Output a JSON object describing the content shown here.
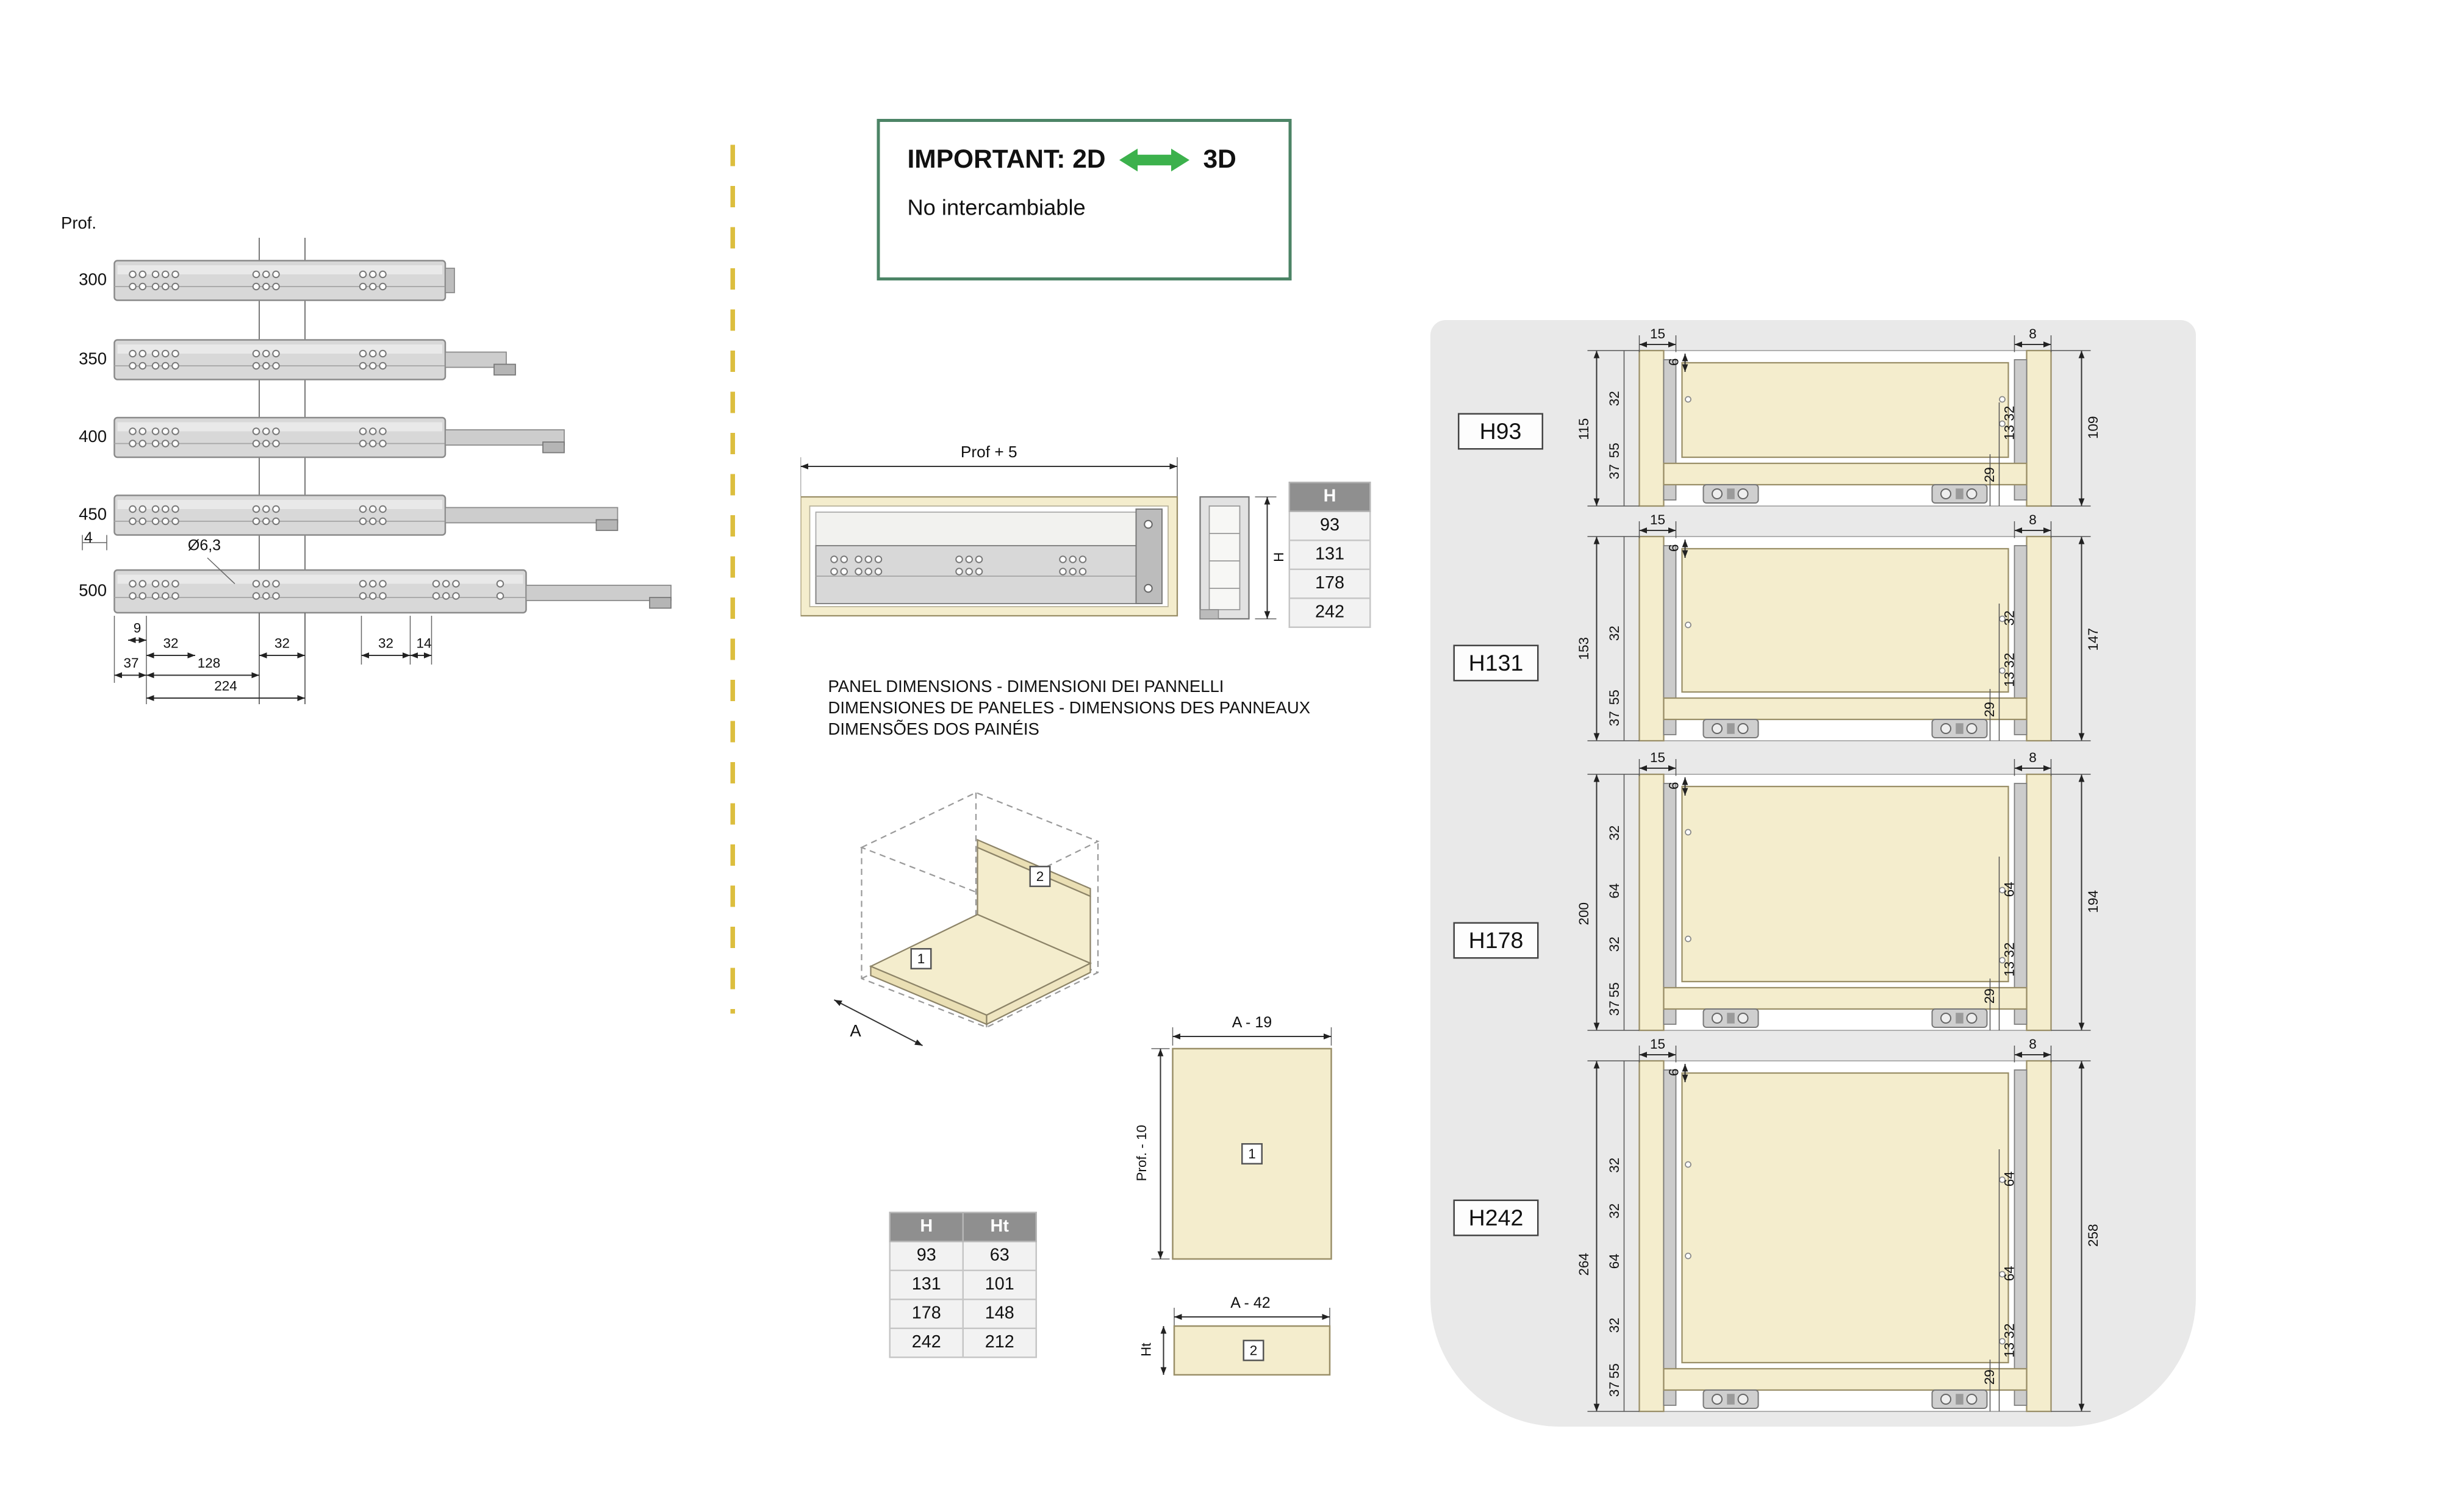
{
  "colors": {
    "panel_beige": "#f4edcd",
    "gray_panel_bg": "#e9e9e9",
    "accent_green_arrow": "#3cb14c",
    "accent_green_border": "#4c8466",
    "dashed_separator_yellow": "#dcbe3e",
    "table_header_gray": "#8f8f8f"
  },
  "slides": {
    "prof_label": "Prof.",
    "lengths": [
      "300",
      "350",
      "400",
      "450",
      "500"
    ],
    "hole_dim": "Ø6,3",
    "dim_4": "4",
    "dim_9": "9",
    "dim_32_left": "32",
    "dim_37": "37",
    "dim_128": "128",
    "dim_224": "224",
    "dim_32_mid": "32",
    "dim_32_right": "32",
    "dim_14": "14"
  },
  "important_box": {
    "title": "IMPORTANT: 2D",
    "title_right": "3D",
    "note": "No intercambiable"
  },
  "side_view": {
    "top_dim": "Prof + 5",
    "height_dim": "H"
  },
  "h_table": {
    "header": "H",
    "rows": [
      "93",
      "131",
      "178",
      "242"
    ]
  },
  "panel_dimensions_text": {
    "line1": "PANEL DIMENSIONS - DIMENSIONI DEI PANNELLI",
    "line2": "DIMENSIONES DE PANELES - DIMENSIONS DES PANNEAUX",
    "line3": "DIMENSÕES DOS PAINÉIS"
  },
  "isometric": {
    "dim_a": "A",
    "tag_1": "1",
    "tag_2": "2"
  },
  "panel1": {
    "width_dim": "A - 19",
    "height_dim": "Prof. - 10",
    "tag": "1"
  },
  "panel2": {
    "width_dim": "A - 42",
    "height_dim": "Ht",
    "tag": "2"
  },
  "hht_table": {
    "header_h": "H",
    "header_ht": "Ht",
    "rows": [
      [
        "93",
        "63"
      ],
      [
        "131",
        "101"
      ],
      [
        "178",
        "148"
      ],
      [
        "242",
        "212"
      ]
    ]
  },
  "sections": [
    {
      "label": "H93",
      "top_left": "15",
      "top_right": "8",
      "notch": "6",
      "left_total": "115",
      "left_stack": [
        "32",
        "55",
        "37"
      ],
      "right_stack": [
        "13 32"
      ],
      "bottom_dim": "29",
      "right_total": "109"
    },
    {
      "label": "H131",
      "top_left": "15",
      "top_right": "8",
      "notch": "6",
      "left_total": "153",
      "left_stack": [
        "32",
        "55",
        "37"
      ],
      "right_stack": [
        "32",
        "13 32"
      ],
      "bottom_dim": "29",
      "right_total": "147"
    },
    {
      "label": "H178",
      "top_left": "15",
      "top_right": "8",
      "notch": "6",
      "left_total": "200",
      "left_stack": [
        "32",
        "64",
        "32",
        "55",
        "37"
      ],
      "right_stack": [
        "64",
        "13 32"
      ],
      "bottom_dim": "29",
      "right_total": "194"
    },
    {
      "label": "H242",
      "top_left": "15",
      "top_right": "8",
      "notch": "6",
      "left_total": "264",
      "left_stack": [
        "32",
        "32",
        "64",
        "32",
        "55",
        "37"
      ],
      "right_stack": [
        "64",
        "64",
        "13 32"
      ],
      "bottom_dim": "29",
      "right_total": "258"
    }
  ]
}
